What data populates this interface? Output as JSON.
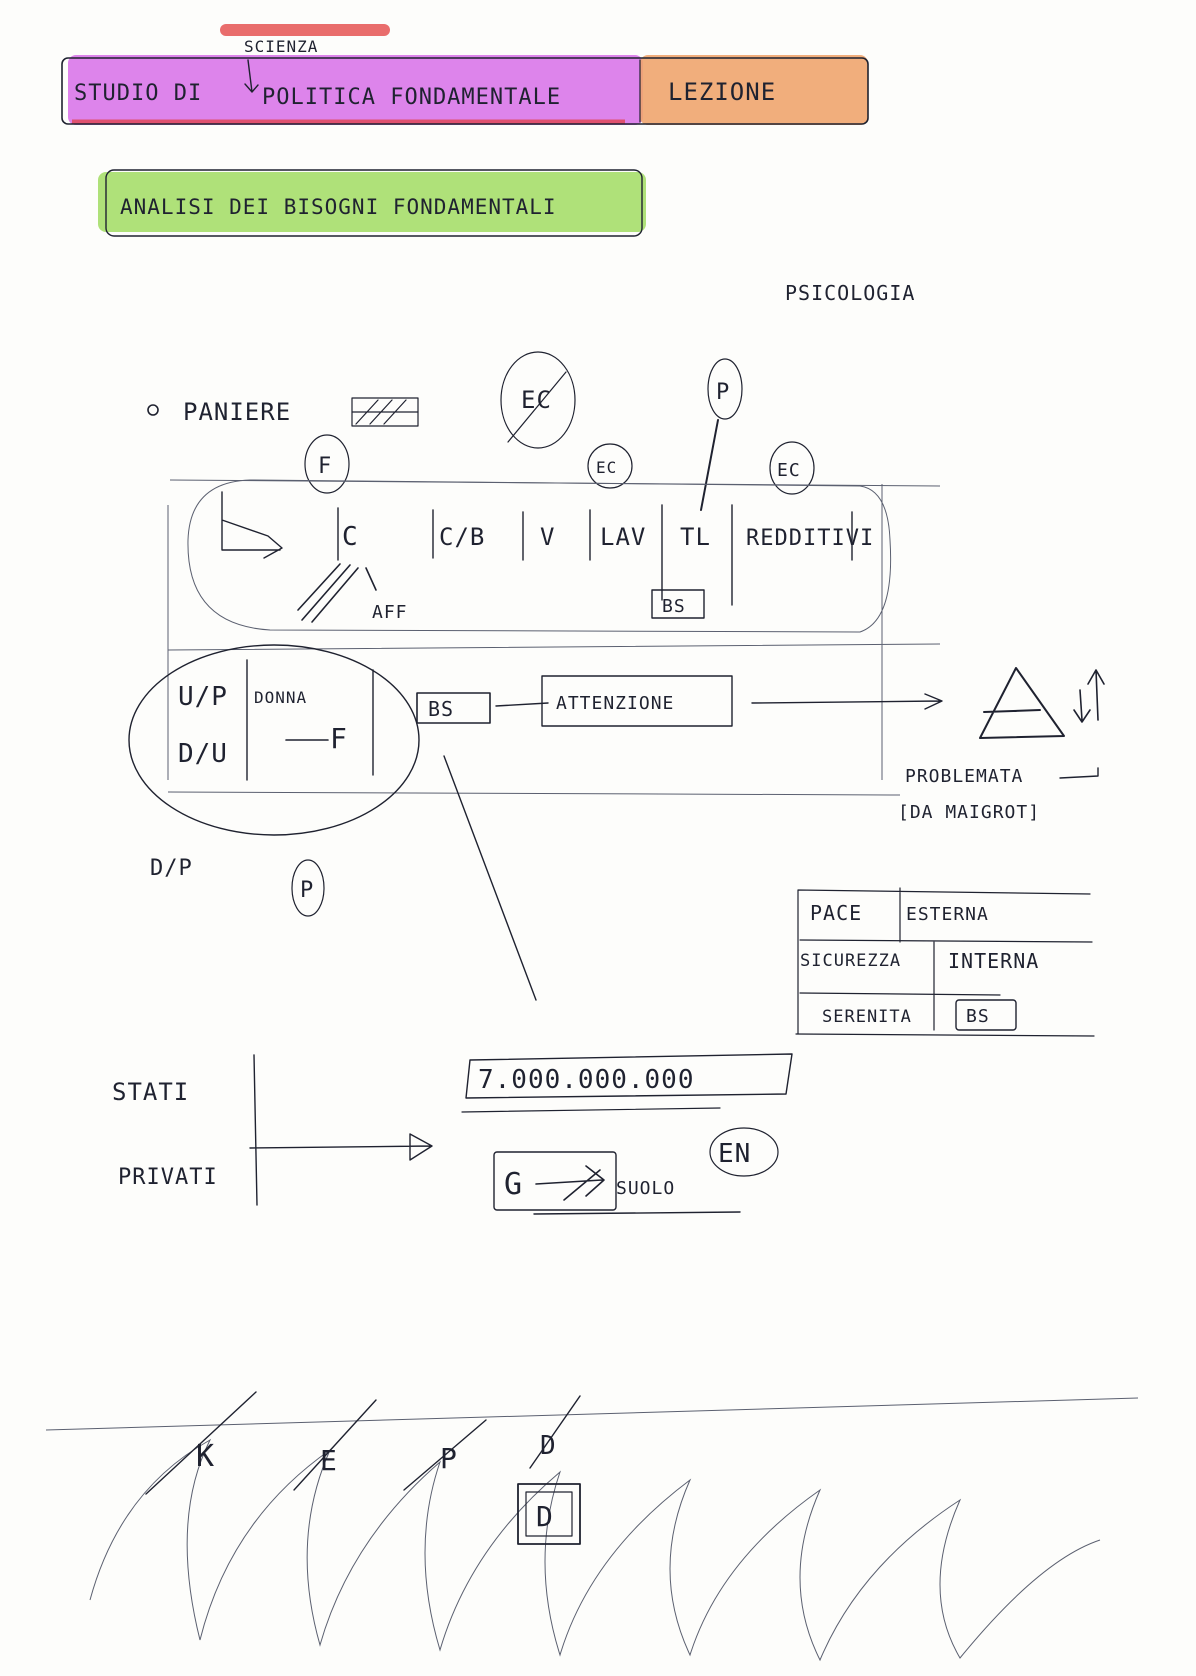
{
  "header": {
    "title_prefix": "STUDIO DI",
    "title_inserted": "SCIENZA",
    "title_rest": "POLITICA FONDAMENTALE",
    "tag": "LEZIONE",
    "highlight_colors": {
      "title": "#d76ee8",
      "tag": "#f0a56e",
      "subtitle": "#a6de6a",
      "underline": "#e23c3c"
    }
  },
  "subtitle": "ANALISI DEI BISOGNI FONDAMENTALI",
  "note_top_right": "PSICOLOGIA",
  "paniere": {
    "label": "PANIERE",
    "circled": [
      "EC",
      "P",
      "F",
      "EC",
      "EC"
    ],
    "items": [
      "C",
      "C/B",
      "V",
      "LAV",
      "TL",
      "REDDITIVI"
    ],
    "tl_box": "BS",
    "aff_label": "AFF",
    "left_cells": {
      "top": "U/P",
      "bottom": "D/U",
      "middle_label": "DONNA",
      "arrow_label": "F"
    },
    "bs_box": "BS",
    "attention_box": "ATTENZIONE",
    "problem_line1": "PROBLEMATA",
    "problem_line2": "[DA MAIGROT]",
    "dp_label": "D/P",
    "circled_p": "P"
  },
  "security_table": {
    "rows": [
      {
        "left": "PACE",
        "right": "ESTERNA"
      },
      {
        "left": "SICUREZZA",
        "right": "INTERNA"
      },
      {
        "left": "SERENITA",
        "right": "BS"
      }
    ]
  },
  "state_private": {
    "top": "STATI",
    "bottom": "PRIVATI",
    "number_box": "7.000.000.000",
    "g_box": "G",
    "suffix": "SUOLO",
    "circled": "EN"
  },
  "bottom_letters": [
    "K",
    "E",
    "P",
    "D"
  ],
  "bottom_box": "D"
}
